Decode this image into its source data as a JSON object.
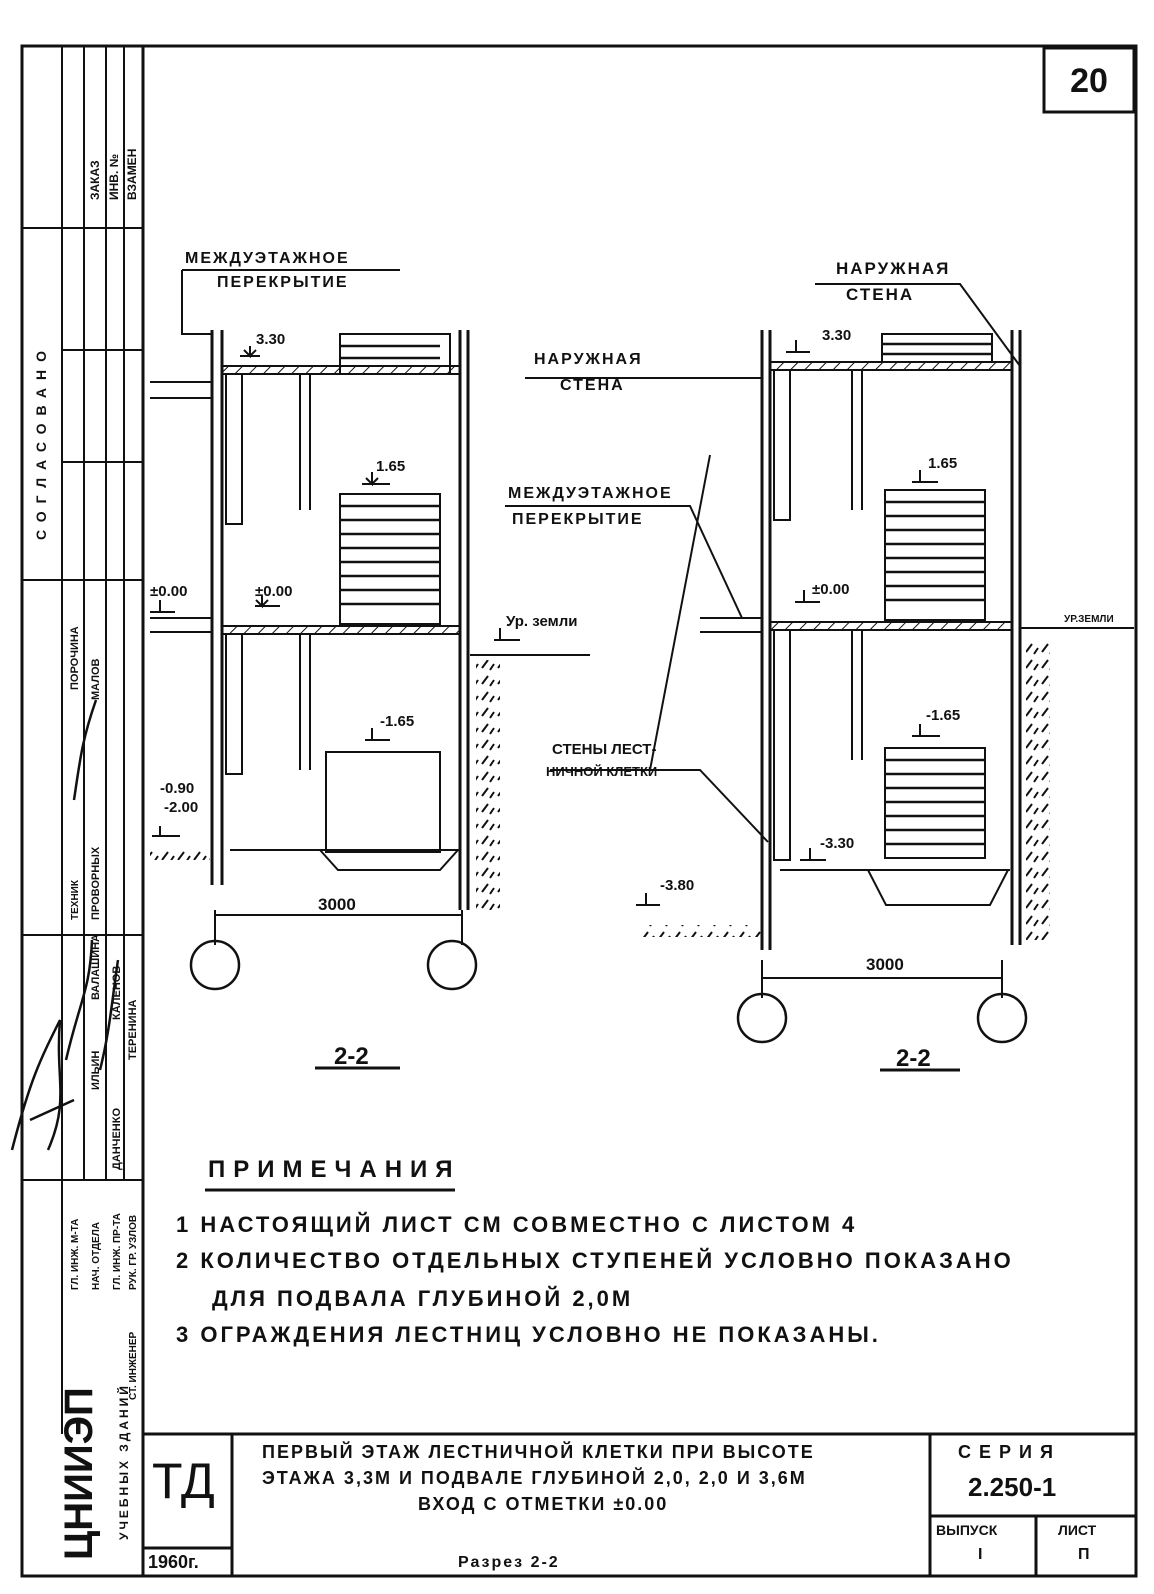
{
  "sheet_number": "20",
  "left_section": {
    "label_floor_slab": [
      "МЕЖДУЭТАЖНОЕ",
      "ПЕРЕКРЫТИЕ"
    ],
    "mark_top": "3.30",
    "mark_mid": "1.65",
    "mark_zero_left": "±0.00",
    "mark_zero": "±0.00",
    "ground_label": "Ур. земли",
    "mark_base": "-1.65",
    "mark_low_1": "-0.90",
    "mark_low_2": "-2.00",
    "width_dim": "3000",
    "section_label": "2-2"
  },
  "right_section": {
    "label_outer_wall_top": [
      "НАРУЖНАЯ",
      "СТЕНА"
    ],
    "mark_top": "3.30",
    "mark_mid": "1.65",
    "mark_zero": "±0.00",
    "ground_label": "УР.ЗЕМЛИ",
    "mark_base": "-1.65",
    "mark_floor": "-3.30",
    "mark_low": "-3.80",
    "width_dim": "3000",
    "section_label": "2-2"
  },
  "center_labels": {
    "outer_wall": [
      "НАРУЖНАЯ",
      "СТЕНА"
    ],
    "floor_slab": [
      "МЕЖДУЭТАЖНОЕ",
      "ПЕРЕКРЫТИЕ"
    ],
    "stair_walls": [
      "СТЕНЫ ЛЕСТ-",
      "НИЧНОЙ КЛЕТКИ"
    ]
  },
  "notes": {
    "heading": "ПРИМЕЧАНИЯ",
    "items": [
      "1  НАСТОЯЩИЙ  ЛИСТ  СМ  СОВМЕСТНО  С  ЛИСТОМ 4",
      "2  КОЛИЧЕСТВО  ОТДЕЛЬНЫХ  СТУПЕНЕЙ  УСЛОВНО  ПОКАЗАНО",
      "ДЛЯ  ПОДВАЛА  ГЛУБИНОЙ  2,0М",
      "3  ОГРАЖДЕНИЯ  ЛЕСТНИЦ  УСЛОВНО  НЕ  ПОКАЗАНЫ."
    ]
  },
  "side_stamp": {
    "top_cols": [
      "ВЗАМЕН",
      "ИНВ. №",
      "ЗАКАЗ"
    ],
    "approved": "СОГЛАСОВАНО",
    "roles": [
      "ГЛ. ИНЖ. М-ТА",
      "НАЧ. ОТДЕЛА",
      "ГЛ. ИНЖ. ПР-ТА",
      "РУК. ГР. УЗЛОВ",
      "СТ. ИНЖЕНЕР",
      "ТЕХНИК"
    ],
    "names": [
      "ДАНЧЕНКО",
      "ИЛЬИН",
      "КАЛЕНОВ",
      "ВАЛАШИНА",
      "ТЕРЕНИНА",
      "ПРОВОРНЫХ",
      "ПОРОЧИНА",
      "МАЛОВ"
    ],
    "org": "ЦНИИЭП",
    "org_sub": "УЧЕБНЫХ ЗДАНИЙ"
  },
  "title_block": {
    "code": "ТД",
    "year": "1960г.",
    "title_lines": [
      "ПЕРВЫЙ  ЭТАЖ  ЛЕСТНИЧНОЙ  КЛЕТКИ  ПРИ  ВЫСОТЕ",
      "ЭТАЖА  3,3М  И  ПОДВАЛЕ  ГЛУБИНОЙ  2,0, 2,0  И  3,6М",
      "ВХОД  С  ОТМЕТКИ  ±0.00",
      "Разрез 2-2"
    ],
    "series_label": "СЕРИЯ",
    "series_value": "2.250-1",
    "issue_label": "ВЫПУСК",
    "issue_value": "I",
    "sheet_label": "ЛИСТ",
    "sheet_value": "П"
  }
}
